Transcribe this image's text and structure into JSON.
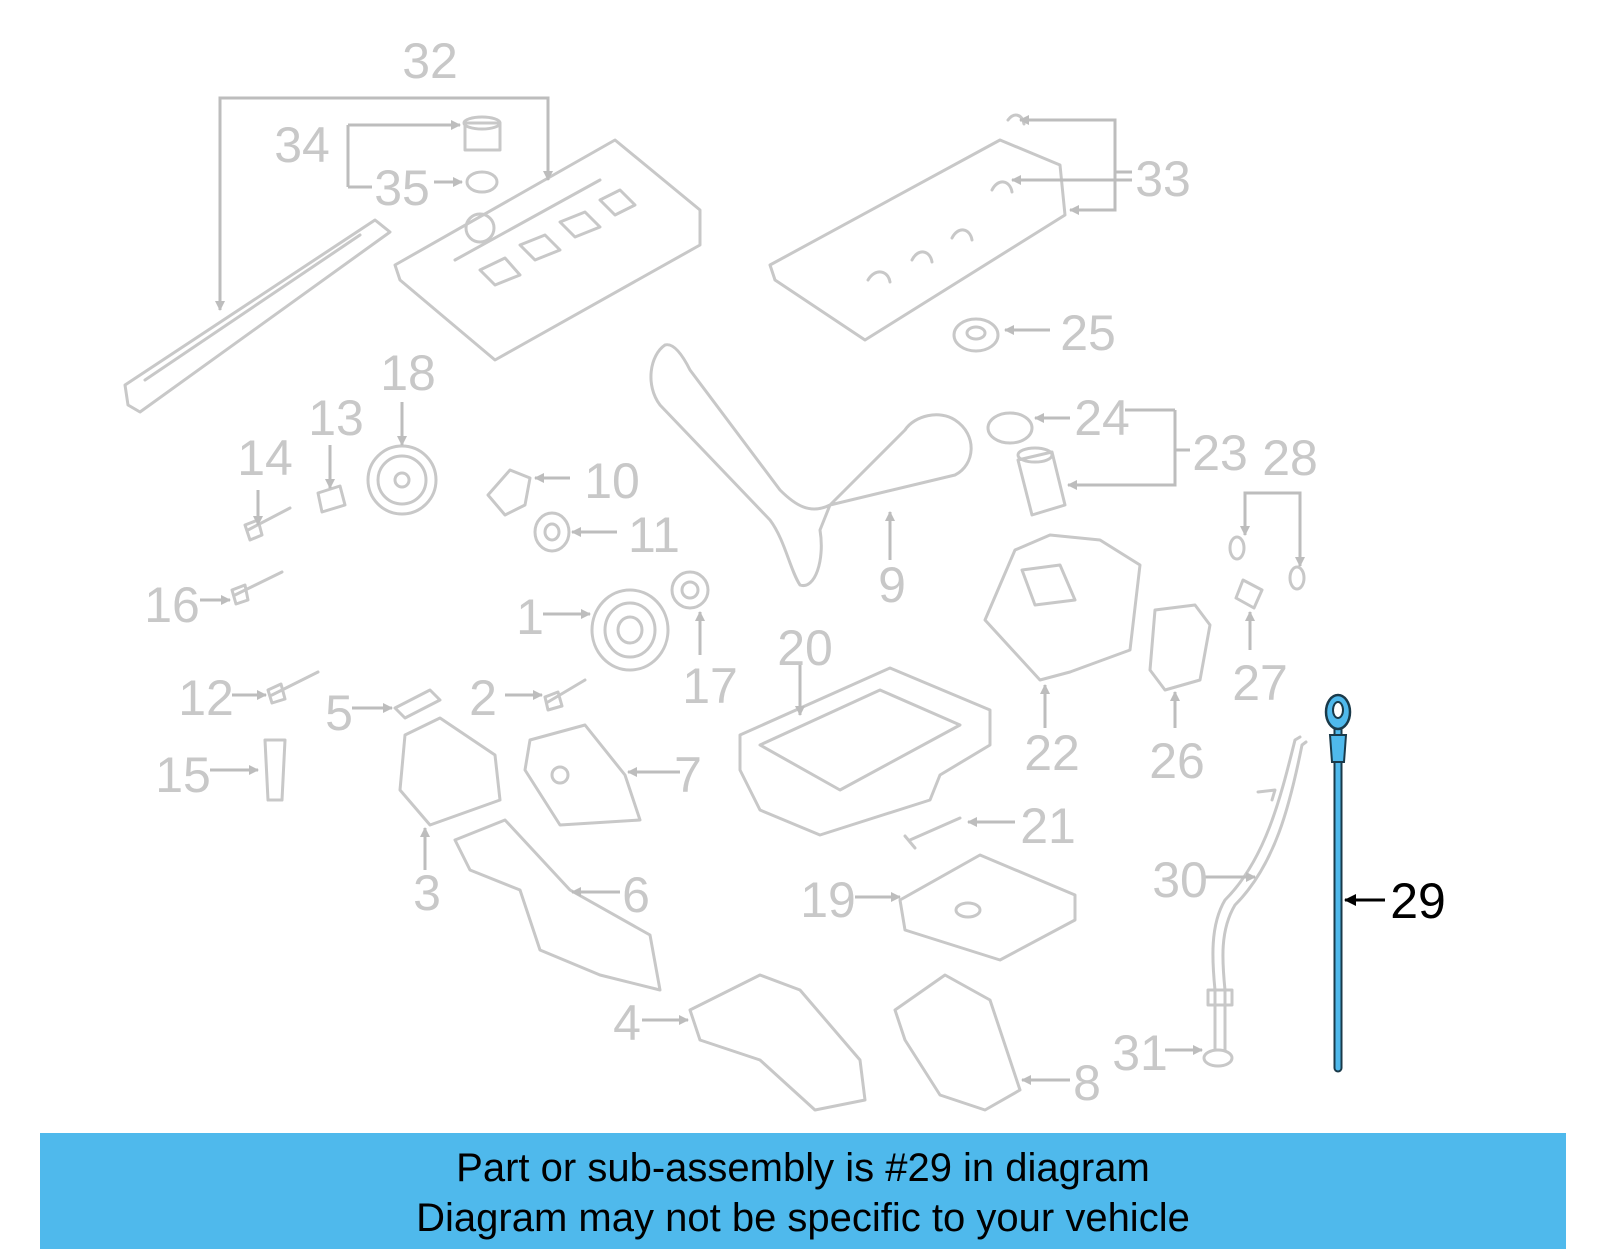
{
  "highlight_color": "#4fb9ec",
  "callouts": [
    {
      "id": "32",
      "label": "32"
    },
    {
      "id": "34",
      "label": "34"
    },
    {
      "id": "35",
      "label": "35"
    },
    {
      "id": "33",
      "label": "33"
    },
    {
      "id": "25",
      "label": "25"
    },
    {
      "id": "18",
      "label": "18"
    },
    {
      "id": "13",
      "label": "13"
    },
    {
      "id": "14",
      "label": "14"
    },
    {
      "id": "10",
      "label": "10"
    },
    {
      "id": "11",
      "label": "11"
    },
    {
      "id": "24",
      "label": "24"
    },
    {
      "id": "23",
      "label": "23"
    },
    {
      "id": "28",
      "label": "28"
    },
    {
      "id": "9",
      "label": "9"
    },
    {
      "id": "16",
      "label": "16"
    },
    {
      "id": "1",
      "label": "1"
    },
    {
      "id": "17",
      "label": "17"
    },
    {
      "id": "20",
      "label": "20"
    },
    {
      "id": "27",
      "label": "27"
    },
    {
      "id": "12",
      "label": "12"
    },
    {
      "id": "5",
      "label": "5"
    },
    {
      "id": "2",
      "label": "2"
    },
    {
      "id": "22",
      "label": "22"
    },
    {
      "id": "26",
      "label": "26"
    },
    {
      "id": "15",
      "label": "15"
    },
    {
      "id": "7",
      "label": "7"
    },
    {
      "id": "21",
      "label": "21"
    },
    {
      "id": "30",
      "label": "30"
    },
    {
      "id": "3",
      "label": "3"
    },
    {
      "id": "6",
      "label": "6"
    },
    {
      "id": "19",
      "label": "19"
    },
    {
      "id": "4",
      "label": "4"
    },
    {
      "id": "31",
      "label": "31"
    },
    {
      "id": "8",
      "label": "8"
    },
    {
      "id": "29",
      "label": "29",
      "highlighted": true
    }
  ],
  "banner": {
    "line1": "Part or sub-assembly is #29 in diagram",
    "line2": "Diagram may not be specific to your vehicle"
  }
}
